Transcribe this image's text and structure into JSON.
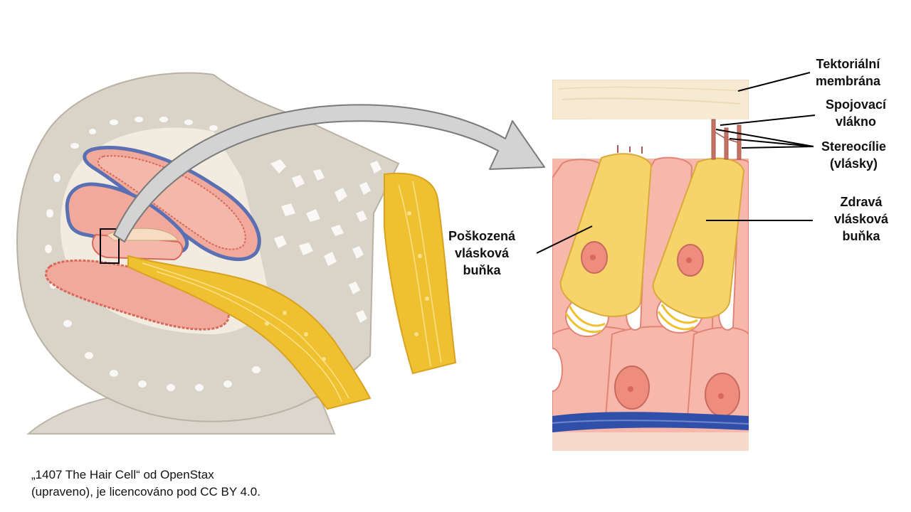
{
  "colors": {
    "bone": "#d9d3c8",
    "bone_edge": "#b9b1a4",
    "bone_hole": "#ffffff",
    "canal": "#f0a99a",
    "canal_edge": "#d9685a",
    "membrane_blue": "#5b6fb3",
    "nerve": "#efc030",
    "nerve_light": "#fbe08a",
    "hair_cell": "#f6d46a",
    "hair_cell_edge": "#d9a93a",
    "support_cell": "#f7b7ab",
    "support_edge": "#e28476",
    "nucleus": "#ee8c7e",
    "tectorial": "#f7ead2",
    "base_blue": "#2f4fa8",
    "arrow": "#d3d3d3",
    "arrow_edge": "#7a7a7a",
    "leader": "#000000"
  },
  "labels": {
    "tectorial": [
      "Tektoriální",
      "membrána"
    ],
    "tip_link": [
      "Spojovací",
      "vlákno"
    ],
    "stereocilia": [
      "Stereocílie",
      "(vlásky)"
    ],
    "healthy": [
      "Zdravá",
      "vlásková",
      "buňka"
    ],
    "damaged": [
      "Poškozená",
      "vlásková",
      "buňka"
    ]
  },
  "credit": [
    "„1407 The Hair Cell“ od OpenStax",
    "(upraveno), je licencováno pod CC BY 4.0."
  ]
}
